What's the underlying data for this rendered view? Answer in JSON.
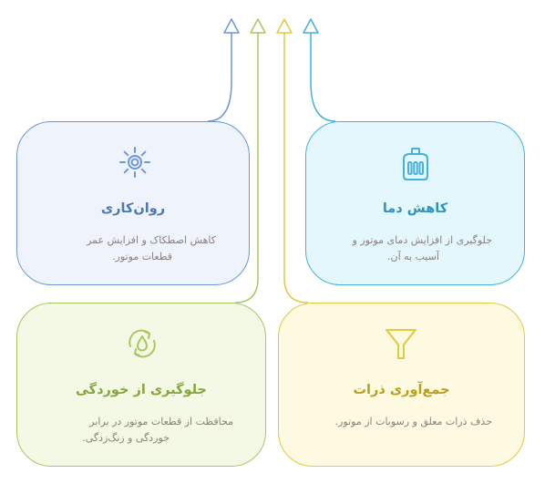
{
  "colors": {
    "blue": "#6d96d8",
    "cyan": "#44b1dd",
    "green": "#a8c760",
    "yellow": "#e1ca3d"
  },
  "cards": {
    "lubrication": {
      "icon": "sun-gear-icon",
      "title": "روان‌کاری",
      "desc_line1": "کاهش اصطکاک و افزایش عمر",
      "desc_line2": "قطعات موتور."
    },
    "cooling": {
      "icon": "radiator-icon",
      "title": "کاهش دما",
      "desc_line1": "جلوگیری از افزایش دمای موتور و",
      "desc_line2": "آسیب به آن."
    },
    "corrosion": {
      "icon": "droplet-recycle-icon",
      "title": "جلوگیری از خوردگی",
      "desc_line1": "محافظت از قطعات موتور در برابر",
      "desc_line2": "خوردگی و زنگ‌زدگی."
    },
    "particles": {
      "icon": "funnel-icon",
      "title": "جمع‌آوری ذرات",
      "desc_line1": "حذف ذرات معلق و رسوبات از موتور."
    }
  }
}
